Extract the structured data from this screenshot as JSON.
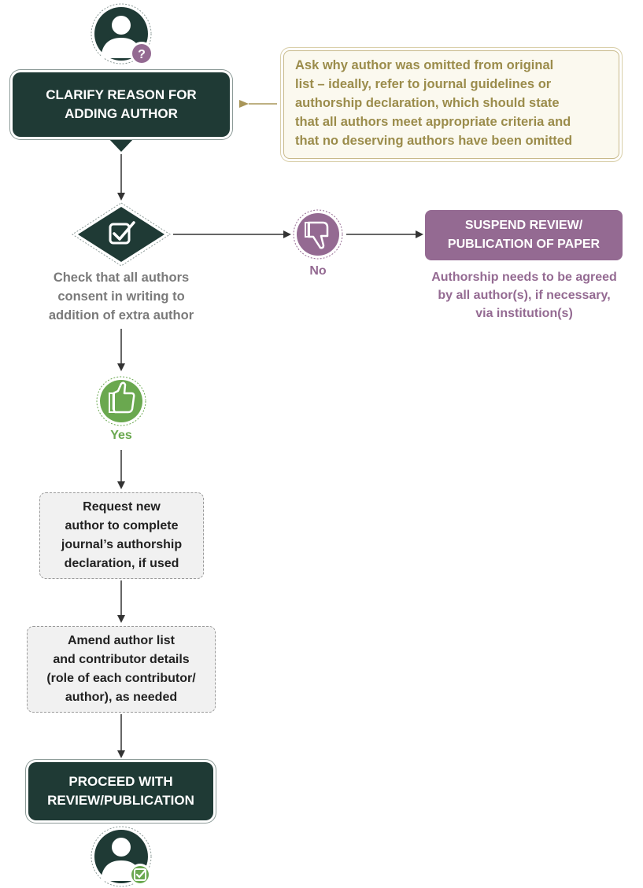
{
  "colors": {
    "dark": "#1f3a35",
    "purple": "#946a92",
    "green": "#6aa84f",
    "note_text": "#9b8c4b",
    "grey_text": "#7a7a7a"
  },
  "start": {
    "icon": "author-question-icon",
    "box_lines": [
      "CLARIFY REASON FOR",
      "ADDING AUTHOR"
    ]
  },
  "note": {
    "lines": [
      "Ask why author was omitted from original",
      "list – ideally, refer to journal guidelines or",
      "authorship declaration, which should state",
      "that all authors meet appropriate criteria and",
      "that no deserving authors have been omitted"
    ]
  },
  "check": {
    "icon": "checkbox-icon",
    "lines": [
      "Check that all authors",
      "consent in writing to",
      "addition of extra author"
    ]
  },
  "no_branch": {
    "icon": "thumbs-down-icon",
    "label": "No",
    "box_lines": [
      "SUSPEND REVIEW/",
      "PUBLICATION OF PAPER"
    ],
    "note_lines": [
      "Authorship needs to be agreed",
      "by all author(s), if necessary,",
      "via institution(s)"
    ]
  },
  "yes_branch": {
    "icon": "thumbs-up-icon",
    "label": "Yes"
  },
  "step_request": {
    "lines": [
      "Request new",
      "author to complete",
      "journal’s authorship",
      "declaration, if used"
    ]
  },
  "step_amend": {
    "lines": [
      "Amend author list",
      "and contributor details",
      "(role of each contributor/",
      "author), as needed"
    ]
  },
  "end": {
    "box_lines": [
      "PROCEED WITH",
      "REVIEW/PUBLICATION"
    ],
    "icon": "author-approved-icon"
  }
}
